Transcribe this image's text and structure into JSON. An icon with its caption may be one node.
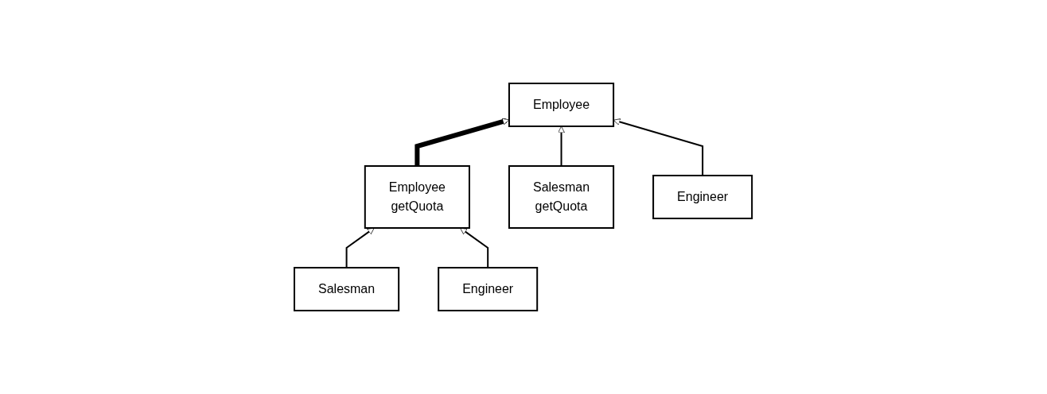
{
  "diagram": {
    "nodes": [
      {
        "text": [
          "Employee",
          "getQuota"
        ]
      },
      {
        "text": [
          "Salesman"
        ]
      },
      {
        "text": [
          "Engineer"
        ]
      },
      {
        "text": [
          "Employee"
        ]
      },
      {
        "text": [
          "Salesman",
          "getQuota"
        ]
      },
      {
        "text": [
          "Engineer"
        ]
      }
    ],
    "edges": [
      {
        "from": 1,
        "to": 0,
        "arrow": "to"
      },
      {
        "from": 2,
        "to": 0,
        "arrow": "to"
      },
      {
        "from": 0,
        "to": 3,
        "arrow": "to",
        "style": "thick"
      },
      {
        "from": 4,
        "to": 3,
        "arrow": "to"
      },
      {
        "from": 5,
        "to": 3,
        "arrow": "to"
      }
    ]
  }
}
